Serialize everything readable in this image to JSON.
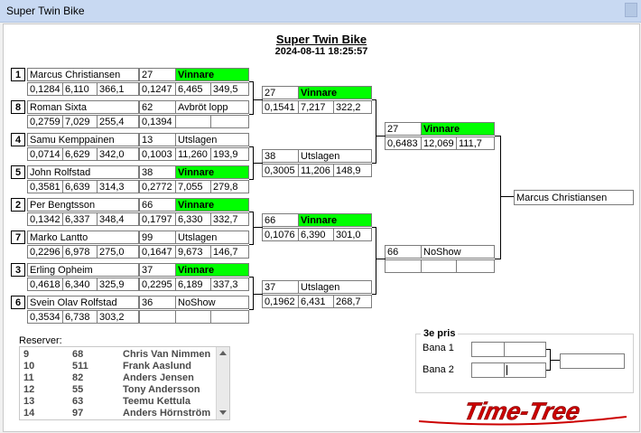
{
  "window": {
    "title": "Super Twin Bike"
  },
  "header": {
    "title": "Super Twin Bike",
    "datetime": "2024-08-11 18:25:57"
  },
  "round1": [
    {
      "seed": "1",
      "name": "Marcus Christiansen",
      "t1": "0,1284",
      "t2": "6,110",
      "t3": "366,1",
      "num": "27",
      "result": "Vinnare",
      "r1": "0,1247",
      "r2": "6,465",
      "r3": "349,5"
    },
    {
      "seed": "8",
      "name": "Roman Sixta",
      "t1": "0,2759",
      "t2": "7,029",
      "t3": "255,4",
      "num": "62",
      "result": "Avbröt lopp",
      "r1": "0,1394",
      "r2": "",
      "r3": ""
    },
    {
      "seed": "4",
      "name": "Samu Kemppainen",
      "t1": "0,0714",
      "t2": "6,629",
      "t3": "342,0",
      "num": "13",
      "result": "Utslagen",
      "r1": "0,1003",
      "r2": "11,260",
      "r3": "193,9"
    },
    {
      "seed": "5",
      "name": "John Rolfstad",
      "t1": "0,3581",
      "t2": "6,639",
      "t3": "314,3",
      "num": "38",
      "result": "Vinnare",
      "r1": "0,2772",
      "r2": "7,055",
      "r3": "279,8"
    },
    {
      "seed": "2",
      "name": "Per Bengtsson",
      "t1": "0,1342",
      "t2": "6,337",
      "t3": "348,4",
      "num": "66",
      "result": "Vinnare",
      "r1": "0,1797",
      "r2": "6,330",
      "r3": "332,7"
    },
    {
      "seed": "7",
      "name": "Marko Lantto",
      "t1": "0,2296",
      "t2": "6,978",
      "t3": "275,0",
      "num": "99",
      "result": "Utslagen",
      "r1": "0,1647",
      "r2": "9,673",
      "r3": "146,7"
    },
    {
      "seed": "3",
      "name": "Erling Opheim",
      "t1": "0,4618",
      "t2": "6,340",
      "t3": "325,9",
      "num": "37",
      "result": "Vinnare",
      "r1": "0,2295",
      "r2": "6,189",
      "r3": "337,3"
    },
    {
      "seed": "6",
      "name": "Svein Olav Rolfstad",
      "t1": "0,3534",
      "t2": "6,738",
      "t3": "303,2",
      "num": "36",
      "result": "NoShow",
      "r1": "",
      "r2": "",
      "r3": ""
    }
  ],
  "round2": [
    {
      "num": "27",
      "result": "Vinnare",
      "r1": "0,1541",
      "r2": "7,217",
      "r3": "322,2"
    },
    {
      "num": "38",
      "result": "Utslagen",
      "r1": "0,3005",
      "r2": "11,206",
      "r3": "148,9"
    },
    {
      "num": "66",
      "result": "Vinnare",
      "r1": "0,1076",
      "r2": "6,390",
      "r3": "301,0"
    },
    {
      "num": "37",
      "result": "Utslagen",
      "r1": "0,1962",
      "r2": "6,431",
      "r3": "268,7"
    }
  ],
  "round3": [
    {
      "num": "27",
      "result": "Vinnare",
      "r1": "0,6483",
      "r2": "12,069",
      "r3": "111,7"
    },
    {
      "num": "66",
      "result": "NoShow",
      "r1": "",
      "r2": "",
      "r3": ""
    }
  ],
  "final": {
    "winner": "Marcus Christiansen"
  },
  "reserves": {
    "label": "Reserver:",
    "rows": [
      [
        "9",
        "68",
        "Chris Van Nimmen"
      ],
      [
        "10",
        "511",
        "Frank Aaslund"
      ],
      [
        "11",
        "82",
        "Anders Jensen"
      ],
      [
        "12",
        "55",
        "Tony Andersson"
      ],
      [
        "13",
        "63",
        "Teemu Kettula"
      ],
      [
        "14",
        "97",
        "Anders Hörnström"
      ]
    ]
  },
  "third": {
    "title": "3e pris",
    "lane1": "Bana 1",
    "lane2": "Bana 2"
  },
  "logo": {
    "text": "Time-Tree"
  },
  "colors": {
    "winner": "#00ff00",
    "logo": "#cc0000",
    "titlebar": "#c8d9f2"
  }
}
